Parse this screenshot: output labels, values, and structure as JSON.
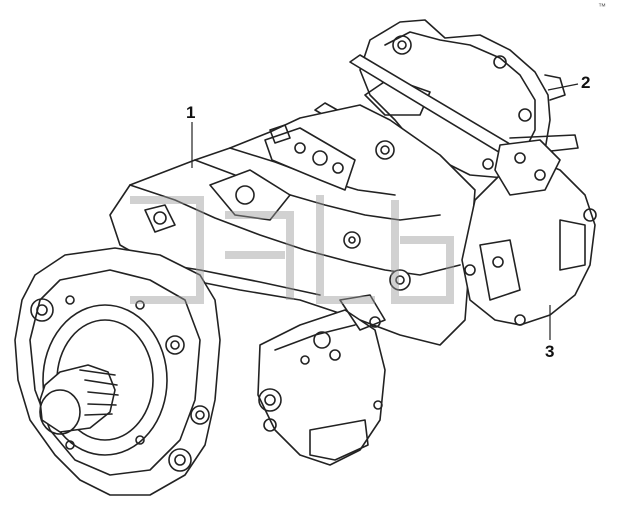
{
  "callouts": {
    "label_1": "1",
    "label_2": "2",
    "label_3": "3"
  },
  "watermark": {
    "corner_mark": "™"
  },
  "colors": {
    "line": "#222222",
    "watermark": "#9a9a9a",
    "background": "#ffffff"
  }
}
